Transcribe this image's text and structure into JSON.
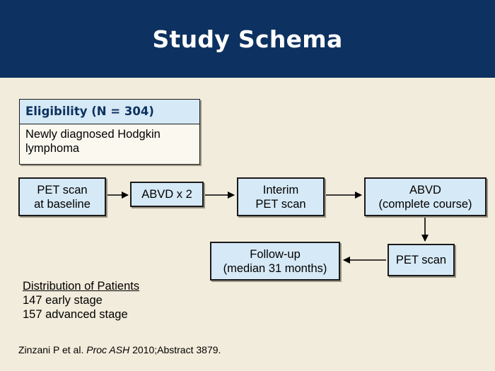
{
  "title": "Study Schema",
  "eligibility": {
    "heading": "Eligibility (N = 304)",
    "text": "Newly diagnosed Hodgkin lymphoma"
  },
  "flow": {
    "pet_baseline": "PET scan\nat baseline",
    "abvd_x2": "ABVD x 2",
    "interim_pet": "Interim\nPET scan",
    "abvd_complete": "ABVD\n(complete course)",
    "pet_scan": "PET scan",
    "follow_up": "Follow-up\n(median 31 months)"
  },
  "distribution": {
    "heading": "Distribution of Patients",
    "early": "147 early stage",
    "advanced": "157 advanced stage"
  },
  "citation": {
    "authors": "Zinzani P et al.",
    "journal": "Proc ASH",
    "rest": "2010;Abstract 3879."
  },
  "colors": {
    "header_bg": "#0d3160",
    "page_bg": "#f2ecdc",
    "box_fill": "#d6e9f6"
  }
}
